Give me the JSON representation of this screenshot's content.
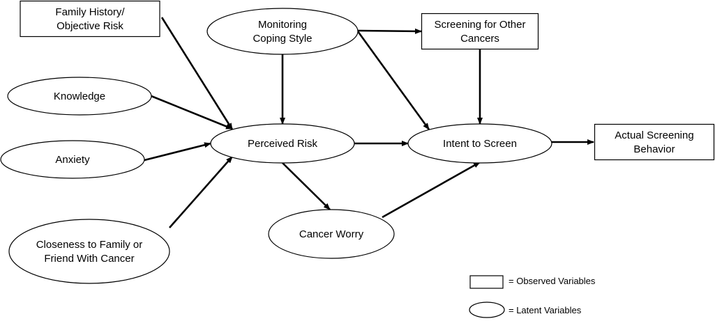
{
  "nodes": {
    "family_history": {
      "type": "observed",
      "lines": [
        "Family History/",
        "Objective Risk"
      ]
    },
    "monitoring": {
      "type": "latent",
      "lines": [
        "Monitoring",
        "Coping Style"
      ]
    },
    "screening_other": {
      "type": "observed",
      "lines": [
        "Screening for Other",
        "Cancers"
      ]
    },
    "knowledge": {
      "type": "latent",
      "lines": [
        "Knowledge"
      ]
    },
    "anxiety": {
      "type": "latent",
      "lines": [
        "Anxiety"
      ]
    },
    "perceived_risk": {
      "type": "latent",
      "lines": [
        "Perceived Risk"
      ]
    },
    "intent": {
      "type": "latent",
      "lines": [
        "Intent to Screen"
      ]
    },
    "actual_screening": {
      "type": "observed",
      "lines": [
        "Actual Screening",
        "Behavior"
      ]
    },
    "closeness": {
      "type": "latent",
      "lines": [
        "Closeness to Family or",
        "Friend With Cancer"
      ]
    },
    "cancer_worry": {
      "type": "latent",
      "lines": [
        "Cancer Worry"
      ]
    }
  },
  "edges": [
    {
      "from": "family_history",
      "to": "perceived_risk"
    },
    {
      "from": "knowledge",
      "to": "perceived_risk"
    },
    {
      "from": "anxiety",
      "to": "perceived_risk"
    },
    {
      "from": "closeness",
      "to": "perceived_risk"
    },
    {
      "from": "monitoring",
      "to": "perceived_risk"
    },
    {
      "from": "monitoring",
      "to": "screening_other"
    },
    {
      "from": "monitoring",
      "to": "intent"
    },
    {
      "from": "screening_other",
      "to": "intent"
    },
    {
      "from": "perceived_risk",
      "to": "intent"
    },
    {
      "from": "perceived_risk",
      "to": "cancer_worry"
    },
    {
      "from": "cancer_worry",
      "to": "intent"
    },
    {
      "from": "intent",
      "to": "actual_screening"
    }
  ],
  "legend": {
    "observed_label": "= Observed Variables",
    "latent_label": "= Latent Variables"
  }
}
